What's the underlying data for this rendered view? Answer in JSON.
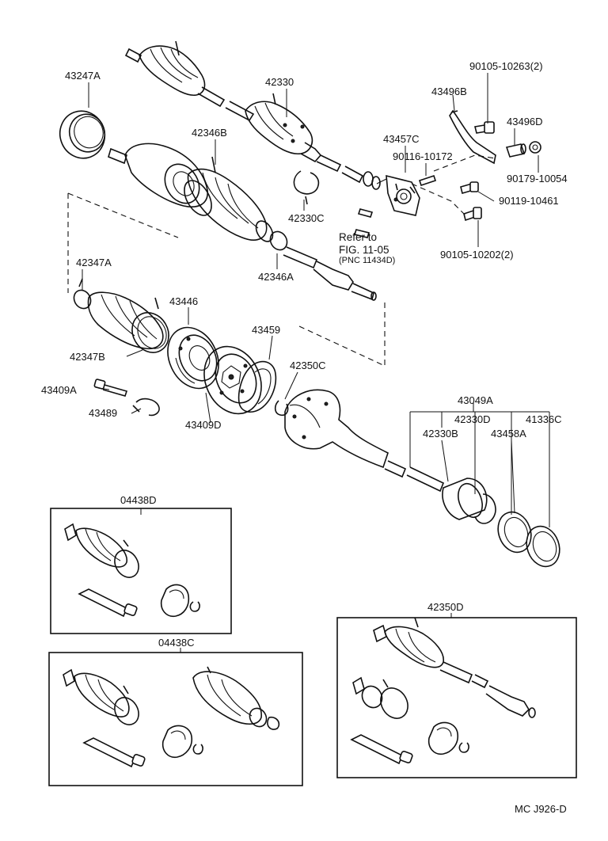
{
  "labels": {
    "l43247A": "43247A",
    "l42330": "42330",
    "l42346B": "42346B",
    "l42330C": "42330C",
    "l42346A": "42346A",
    "l43496B": "43496B",
    "l43496D": "43496D",
    "l90105_10263": "90105-10263(2)",
    "l43457C": "43457C",
    "l90116_10172": "90116-10172",
    "l90179_10054": "90179-10054",
    "l90119_10461": "90119-10461",
    "l90105_10202": "90105-10202(2)",
    "refer_line1": "Refer to",
    "refer_line2": "FIG. 11-05",
    "refer_line3": "(PNC 11434D)",
    "l42347A": "42347A",
    "l43446": "43446",
    "l43459": "43459",
    "l42350C": "42350C",
    "l42347B": "42347B",
    "l43409A": "43409A",
    "l43489": "43489",
    "l43409D": "43409D",
    "l43049A": "43049A",
    "l42330D": "42330D",
    "l41336C": "41336C",
    "l42330B": "42330B",
    "l43458A": "43458A",
    "l04438D": "04438D",
    "l04438C": "04438C",
    "l42350D": "42350D",
    "footer": "MC  J926-D"
  },
  "icons": [
    "drive-shaft-assembly",
    "outboard-joint",
    "inboard-joint",
    "boot",
    "boot-clamp",
    "snap-ring",
    "grease-tube",
    "bearing",
    "oil-seal",
    "bracket",
    "bolt",
    "nut"
  ]
}
